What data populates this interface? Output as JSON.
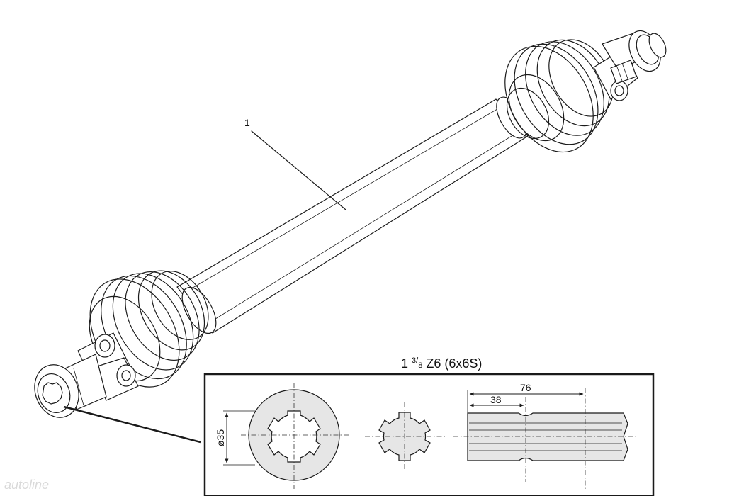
{
  "diagram": {
    "callout_number": "1",
    "detail": {
      "title_prefix": "1 ",
      "title_fraction_num": "3",
      "title_fraction_den": "8",
      "title_suffix": " Z6 (6x6S)",
      "diameter_label": "ø35",
      "length_total_label": "76",
      "length_partial_label": "38"
    },
    "watermark": "autoline"
  },
  "colors": {
    "ink": "#1a1a1a",
    "section_fill": "#e6e6e6",
    "background": "#ffffff"
  }
}
